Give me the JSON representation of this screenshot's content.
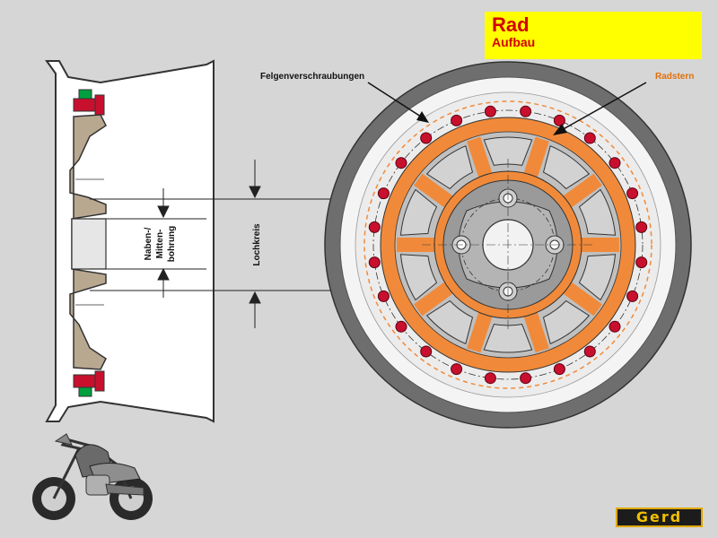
{
  "title": {
    "main": "Rad",
    "sub": "Aufbau"
  },
  "labels": {
    "rim_bolts": "Felgenverschraubungen",
    "wheel_star": "Radstern",
    "hub_bore": [
      "Naben-/",
      "Mitten-",
      "bohrung"
    ],
    "bolt_circle": "Lochkreis"
  },
  "logo": {
    "text": "Gerd"
  },
  "colors": {
    "background": "#d6d6d6",
    "title_bg": "#ffff00",
    "title_text": "#d40000",
    "wheel_star": "#f08a3a",
    "bolts": "#c8102e",
    "tire": "#6e6e6e",
    "hub": "#9a9a9a"
  }
}
